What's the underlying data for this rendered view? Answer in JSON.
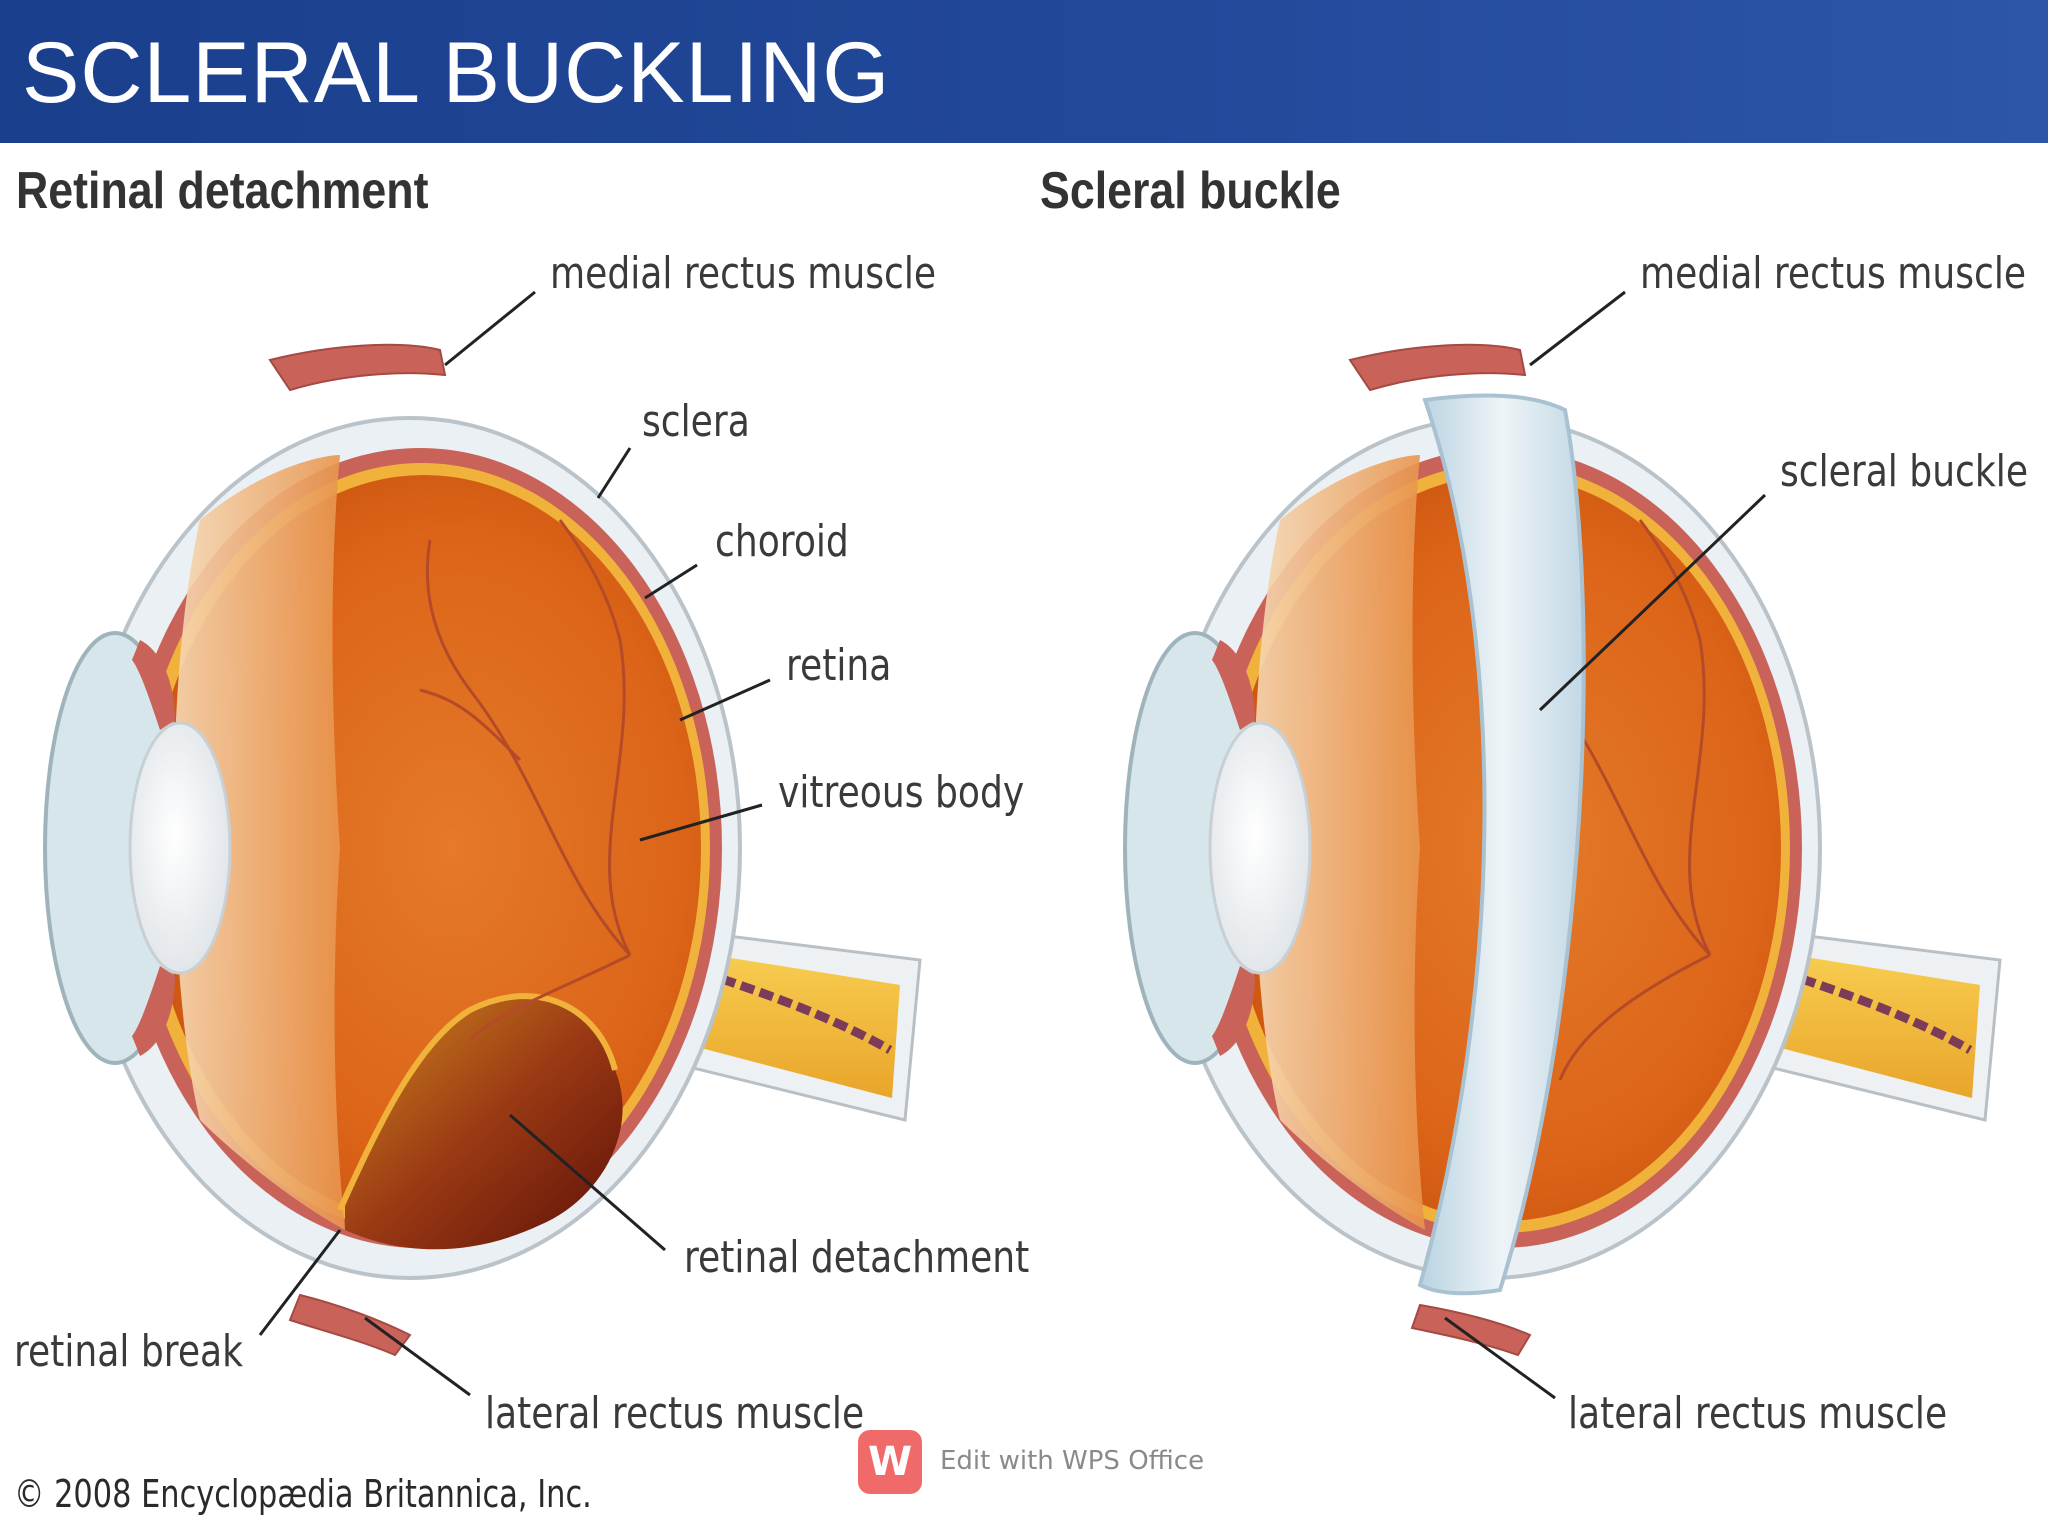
{
  "title": "SCLERAL BUCKLING",
  "left_panel": {
    "heading": "Retinal detachment",
    "labels": {
      "medial_rectus": "medial rectus muscle",
      "sclera": "sclera",
      "choroid": "choroid",
      "retina": "retina",
      "vitreous": "vitreous body",
      "retinal_detachment": "retinal detachment",
      "retinal_break": "retinal break",
      "lateral_rectus": "lateral rectus muscle"
    }
  },
  "right_panel": {
    "heading": "Scleral buckle",
    "labels": {
      "medial_rectus": "medial rectus muscle",
      "scleral_buckle": "scleral buckle",
      "lateral_rectus": "lateral rectus muscle"
    }
  },
  "copyright": "© 2008 Encyclopædia Britannica, Inc.",
  "watermark": {
    "logo_letter": "W",
    "text": "Edit with WPS Office"
  },
  "colors": {
    "title_bar": "#22489a",
    "vitreous": "#e06a1e",
    "sclera": "#e9eef2",
    "buckle": "#c9dde8",
    "detachment": "#7a1a12"
  }
}
